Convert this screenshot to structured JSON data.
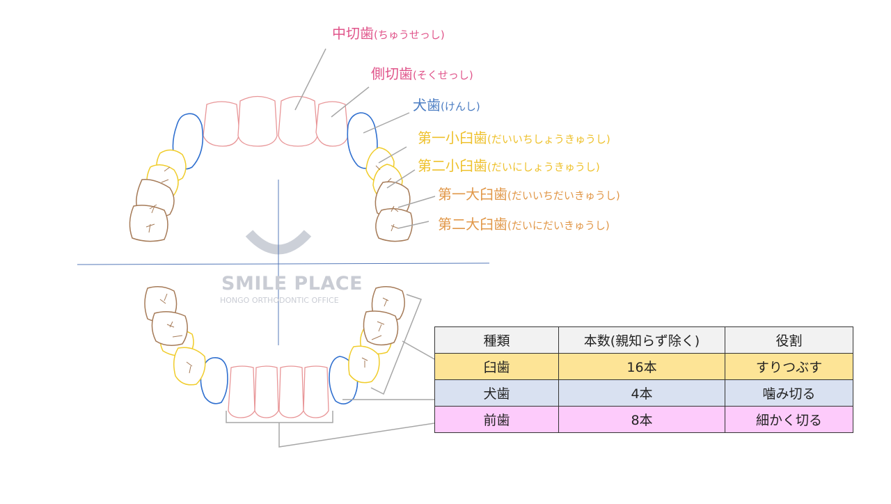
{
  "colors": {
    "incisor": "#e0548a",
    "canine": "#4a7cc2",
    "premolar": "#eec12c",
    "molar": "#e19748",
    "molar_outline": "#a57a57",
    "incisor_outline": "#e89597",
    "canine_outline": "#2f6fcf",
    "premolar_outline": "#f0cc2a",
    "leader_line": "#a6a6a6",
    "axis_line": "#5478b8",
    "watermark": "#c9ccd4",
    "row_molar": "#fde496",
    "row_canine": "#d9e1f1",
    "row_incisor": "#fdcbfb",
    "header_row": "#f2f2f2"
  },
  "labels": [
    {
      "id": "central-incisor",
      "name": "中切歯",
      "reading": "(ちゅうせっし)",
      "color": "#e0548a"
    },
    {
      "id": "lateral-incisor",
      "name": "側切歯",
      "reading": "(そくせっし)",
      "color": "#e0548a"
    },
    {
      "id": "canine",
      "name": "犬歯",
      "reading": "(けんし)",
      "color": "#4a7cc2"
    },
    {
      "id": "first-premolar",
      "name": "第一小臼歯",
      "reading": "(だいいちしょうきゅうし)",
      "color": "#eec12c"
    },
    {
      "id": "second-premolar",
      "name": "第二小臼歯",
      "reading": "(だいにしょうきゅうし)",
      "color": "#eec12c"
    },
    {
      "id": "first-molar",
      "name": "第一大臼歯",
      "reading": "(だいいちだいきゅうし)",
      "color": "#e19748"
    },
    {
      "id": "second-molar",
      "name": "第二大臼歯",
      "reading": "(だいにだいきゅうし)",
      "color": "#e19748"
    }
  ],
  "watermark": {
    "title": "SMILE PLACE",
    "subtitle": "HONGO ORTHODONTIC OFFICE"
  },
  "table": {
    "headers": [
      "種類",
      "本数(親知らず除く)",
      "役割"
    ],
    "rows": [
      {
        "type": "臼歯",
        "count": "16本",
        "role": "すりつぶす",
        "color": "#fde496"
      },
      {
        "type": "犬歯",
        "count": "4本",
        "role": "噛み切る",
        "color": "#d9e1f1"
      },
      {
        "type": "前歯",
        "count": "8本",
        "role": "細かく切る",
        "color": "#fdcbfb"
      }
    ]
  }
}
